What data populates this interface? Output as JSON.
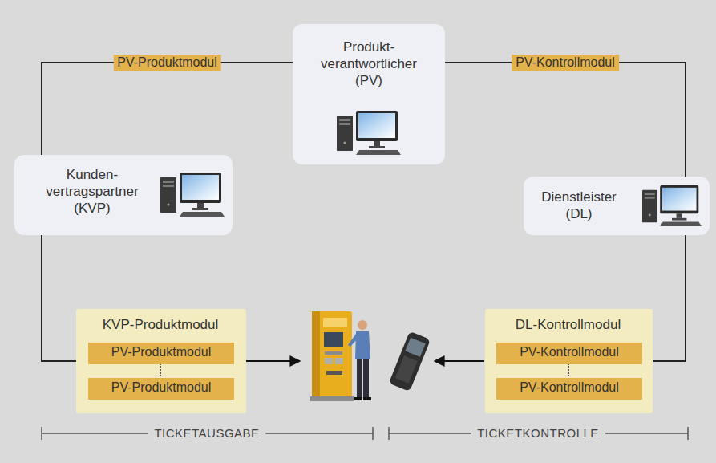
{
  "diagram": {
    "nodes": [
      {
        "text": [
          "Produkt- verantwortlicher (PV)"
        ]
      },
      {
        "text": [
          "Kunden- vertragspartner (KVP)"
        ]
      },
      {
        "text": [
          "Dienstleister (DL)"
        ]
      },
      {
        "text": [
          "KVP-Produktmodul"
        ]
      },
      {
        "text": [
          "PV-Produktmodul"
        ],
        "in": 3
      },
      {
        "text": [
          "PV-Produktmodul"
        ],
        "in": 3
      },
      {
        "text": [
          "DL-Kontrollmodul"
        ]
      },
      {
        "text": [
          "PV-Kontrollmodul"
        ],
        "in": 6
      },
      {
        "text": [
          "PV-Kontrollmodul"
        ],
        "in": 6
      }
    ],
    "edges": [
      {
        "from": 0,
        "to": 1,
        "label": "PV-Produktmodul",
        "arrow": "none"
      },
      {
        "from": 0,
        "to": 2,
        "label": "PV-Kontrollmodul",
        "arrow": "none"
      },
      {
        "from": 1,
        "to": 3,
        "arrow": "none"
      },
      {
        "from": 2,
        "to": 6,
        "arrow": "none"
      }
    ],
    "labels": [
      "TICKETAUSGABE",
      "TICKETKONTROLLE"
    ]
  }
}
